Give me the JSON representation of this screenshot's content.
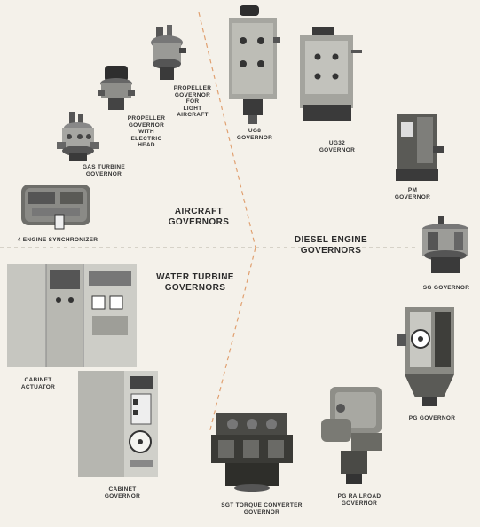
{
  "sections": {
    "aircraft": [
      "AIRCRAFT",
      "GOVERNORS"
    ],
    "diesel": [
      "DIESEL ENGINE",
      "GOVERNORS"
    ],
    "water": [
      "WATER TURBINE",
      "GOVERNORS"
    ]
  },
  "captions": {
    "prop_light": [
      "PROPELLER",
      "GOVERNOR",
      "FOR",
      "LIGHT",
      "AIRCRAFT"
    ],
    "prop_electric": [
      "PROPELLER",
      "GOVERNOR",
      "WITH",
      "ELECTRIC",
      "HEAD"
    ],
    "gas_turbine": [
      "GAS TURBINE",
      "GOVERNOR"
    ],
    "synchronizer": [
      "4 ENGINE SYNCHRONIZER"
    ],
    "ug8": [
      "UG8",
      "GOVERNOR"
    ],
    "ug32": [
      "UG32",
      "GOVERNOR"
    ],
    "pm": [
      "PM",
      "GOVERNOR"
    ],
    "sg": [
      "SG GOVERNOR"
    ],
    "pg": [
      "PG GOVERNOR"
    ],
    "pg_railroad": [
      "PG RAILROAD",
      "GOVERNOR"
    ],
    "sgt": [
      "SGT TORQUE CONVERTER",
      "GOVERNOR"
    ],
    "cabinet_actuator": [
      "CABINET",
      "ACTUATOR"
    ],
    "cabinet_governor": [
      "CABINET",
      "GOVERNOR"
    ]
  },
  "colors": {
    "paper": "#f4f1ea",
    "divider": "#e0a070",
    "machine_dark": "#3a3a3a",
    "machine_mid": "#7a7a7a",
    "machine_light": "#c8c8c4"
  }
}
